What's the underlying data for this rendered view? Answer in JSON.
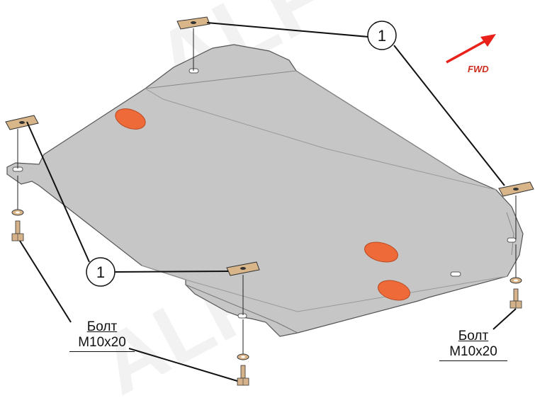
{
  "watermark": {
    "text_top": "ALF",
    "text_bottom": "ALFeco"
  },
  "direction": {
    "label": "FWD"
  },
  "callouts": [
    {
      "number": "1"
    },
    {
      "number": "1"
    }
  ],
  "bolt_labels": [
    {
      "line1": "Болт",
      "line2": "М10х20"
    },
    {
      "line1": "Болт",
      "line2": "М10х20"
    }
  ],
  "colors": {
    "plate": "#c3c3c3",
    "plate_dark": "#a9a9a9",
    "pad": "#ef6a3a",
    "bracket": "#d6b58a",
    "arrow": "#e8211a"
  }
}
